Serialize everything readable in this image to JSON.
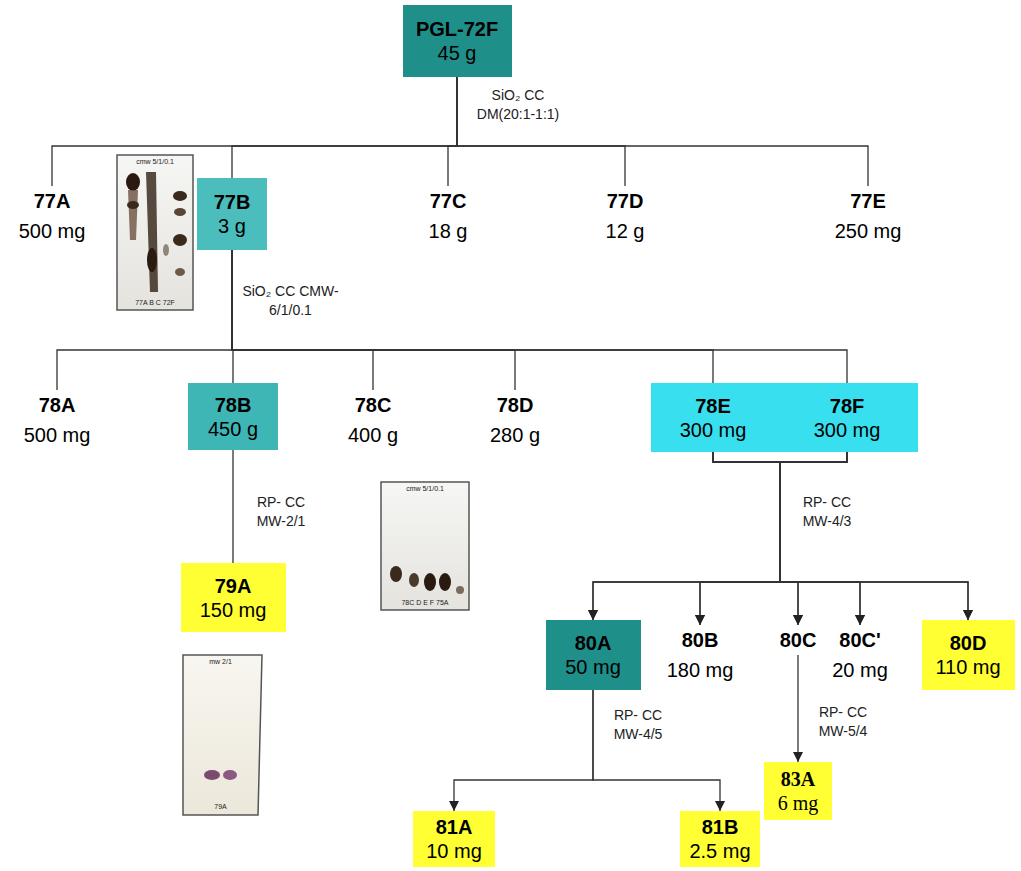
{
  "diagram": {
    "nodes": [
      {
        "text": [
          "PGL-72F",
          "45 g"
        ]
      },
      {
        "text": [
          "77A",
          "500 mg"
        ]
      },
      {
        "text": [
          "77B",
          "3 g"
        ]
      },
      {
        "text": [
          "77C",
          "18 g"
        ]
      },
      {
        "text": [
          "77D",
          "12 g"
        ]
      },
      {
        "text": [
          "77E",
          "250 mg"
        ]
      },
      {
        "text": [
          "78A",
          "500 mg"
        ]
      },
      {
        "text": [
          "78B",
          "450 g"
        ]
      },
      {
        "text": [
          "78C",
          "400 g"
        ]
      },
      {
        "text": [
          "78D",
          "280 g"
        ]
      },
      {
        "text": [
          "78E",
          "300 mg"
        ]
      },
      {
        "text": [
          "78F",
          "300 mg"
        ]
      },
      {
        "text": [
          "79A",
          "150 mg"
        ]
      },
      {
        "text": [
          "80A",
          "50 mg"
        ]
      },
      {
        "text": [
          "80B",
          "180 mg"
        ]
      },
      {
        "text": [
          "80C"
        ]
      },
      {
        "text": [
          "80C'",
          "20 mg"
        ]
      },
      {
        "text": [
          "80D",
          "110 mg"
        ]
      },
      {
        "text": [
          "83A",
          "6 mg"
        ]
      },
      {
        "text": [
          "81A",
          "10 mg"
        ]
      },
      {
        "text": [
          "81B",
          "2.5 mg"
        ]
      }
    ],
    "edges": [
      {
        "from": 0,
        "to": 1,
        "arrow": "none"
      },
      {
        "from": 0,
        "to": 2,
        "arrow": "none"
      },
      {
        "from": 0,
        "to": 3,
        "arrow": "none",
        "label": "SiO₂ CC DM(20:1-1:1)"
      },
      {
        "from": 0,
        "to": 4,
        "arrow": "none"
      },
      {
        "from": 0,
        "to": 5,
        "arrow": "none"
      },
      {
        "from": 2,
        "to": 6,
        "arrow": "none"
      },
      {
        "from": 2,
        "to": 7,
        "arrow": "none",
        "label": "SiO₂ CC CMW-6/1/0.1"
      },
      {
        "from": 2,
        "to": 8,
        "arrow": "none"
      },
      {
        "from": 2,
        "to": 9,
        "arrow": "none"
      },
      {
        "from": 2,
        "to": 10,
        "arrow": "none"
      },
      {
        "from": 2,
        "to": 11,
        "arrow": "none"
      },
      {
        "from": 7,
        "to": 12,
        "arrow": "none",
        "label": "RP- CC MW-2/1"
      },
      {
        "from": 10,
        "to": 13,
        "arrow": "to"
      },
      {
        "from": 10,
        "to": 14,
        "arrow": "to"
      },
      {
        "from": 10,
        "to": 15,
        "arrow": "to",
        "label": "RP- CC MW-4/3"
      },
      {
        "from": 10,
        "to": 16,
        "arrow": "to"
      },
      {
        "from": 10,
        "to": 17,
        "arrow": "to"
      },
      {
        "from": 11,
        "to": 13,
        "arrow": "to"
      },
      {
        "from": 11,
        "to": 14,
        "arrow": "to"
      },
      {
        "from": 11,
        "to": 15,
        "arrow": "to"
      },
      {
        "from": 11,
        "to": 16,
        "arrow": "to"
      },
      {
        "from": 11,
        "to": 17,
        "arrow": "to"
      },
      {
        "from": 13,
        "to": 19,
        "arrow": "to",
        "label": "RP- CC MW-4/5"
      },
      {
        "from": 13,
        "to": 20,
        "arrow": "to"
      },
      {
        "from": 15,
        "to": 18,
        "arrow": "to",
        "label": "RP- CC MW-5/4"
      }
    ],
    "labels": [
      "cmw 5/1/0.1",
      "77A B C 72F",
      "cmw 5/1/0.1",
      "78C D E F 75A",
      "mw 2/1",
      "79A"
    ]
  }
}
